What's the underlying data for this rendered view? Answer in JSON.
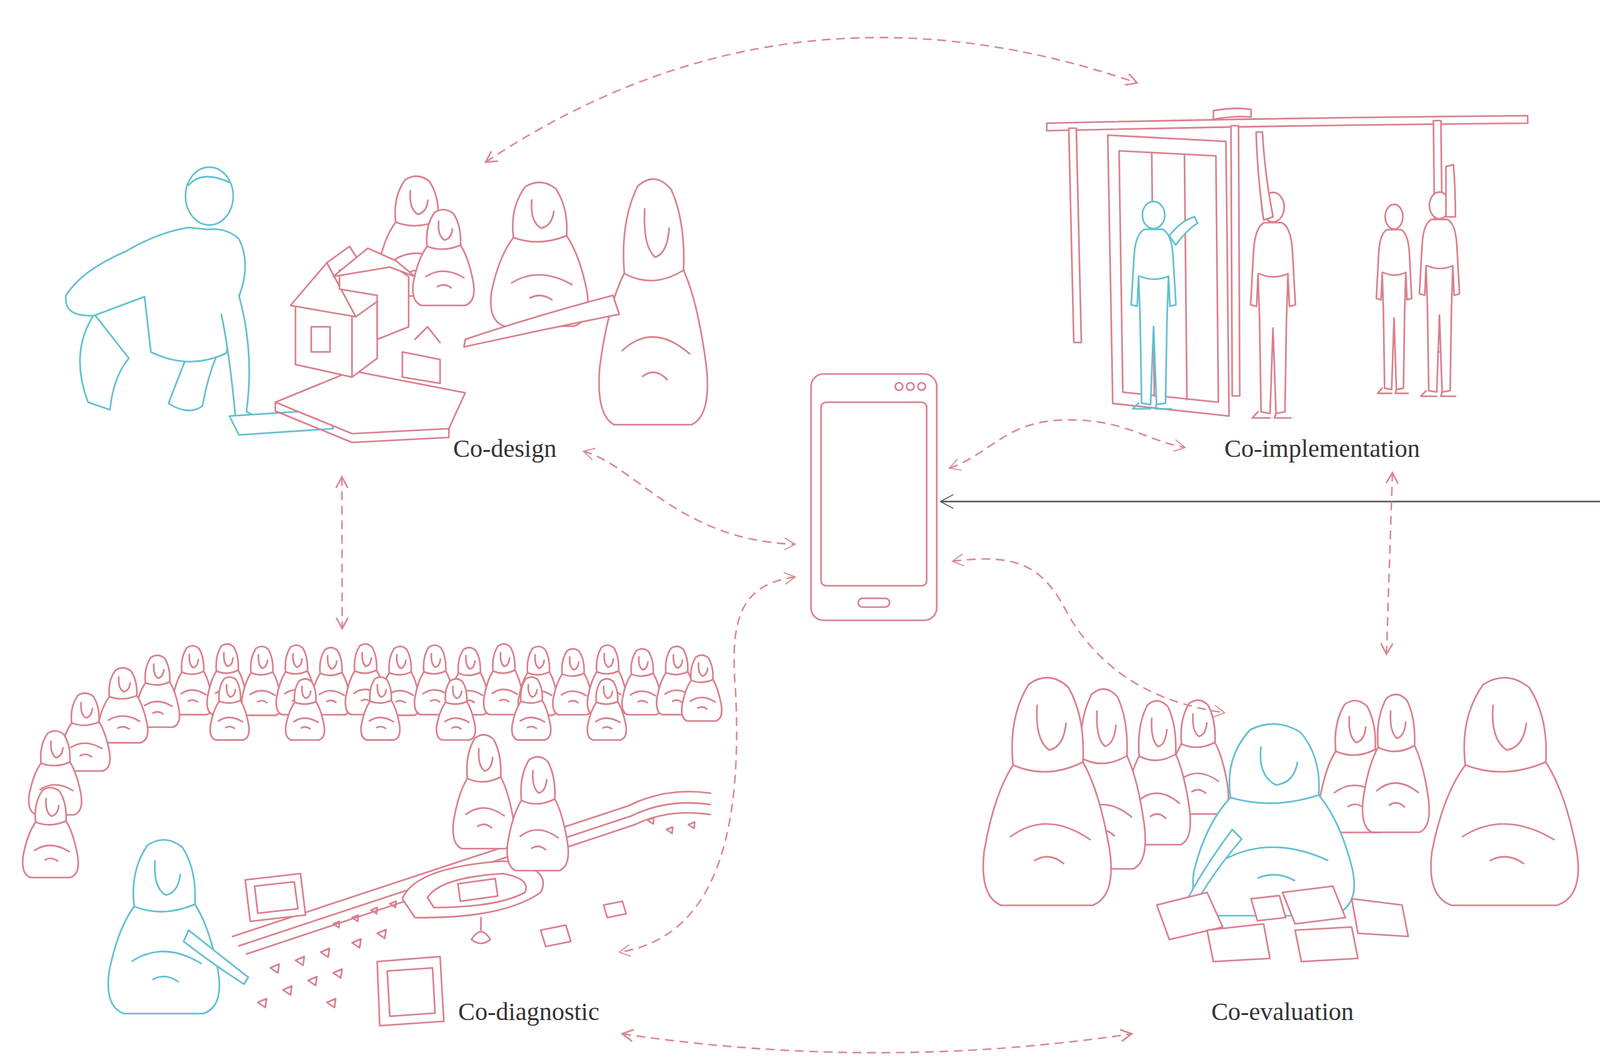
{
  "diagram": {
    "nodes": [
      {
        "text": [
          "Co-design"
        ]
      },
      {
        "text": [
          "Co-implementation"
        ]
      },
      {
        "text": [
          "Co-diagnostic"
        ]
      },
      {
        "text": [
          "Co-evaluation"
        ]
      }
    ],
    "edges": [
      {
        "from": 0,
        "to": 1,
        "arrow": "both"
      },
      {
        "from": 0,
        "to": 2,
        "arrow": "both"
      },
      {
        "from": 1,
        "to": 3,
        "arrow": "both"
      },
      {
        "from": 2,
        "to": 3,
        "arrow": "both"
      }
    ]
  }
}
